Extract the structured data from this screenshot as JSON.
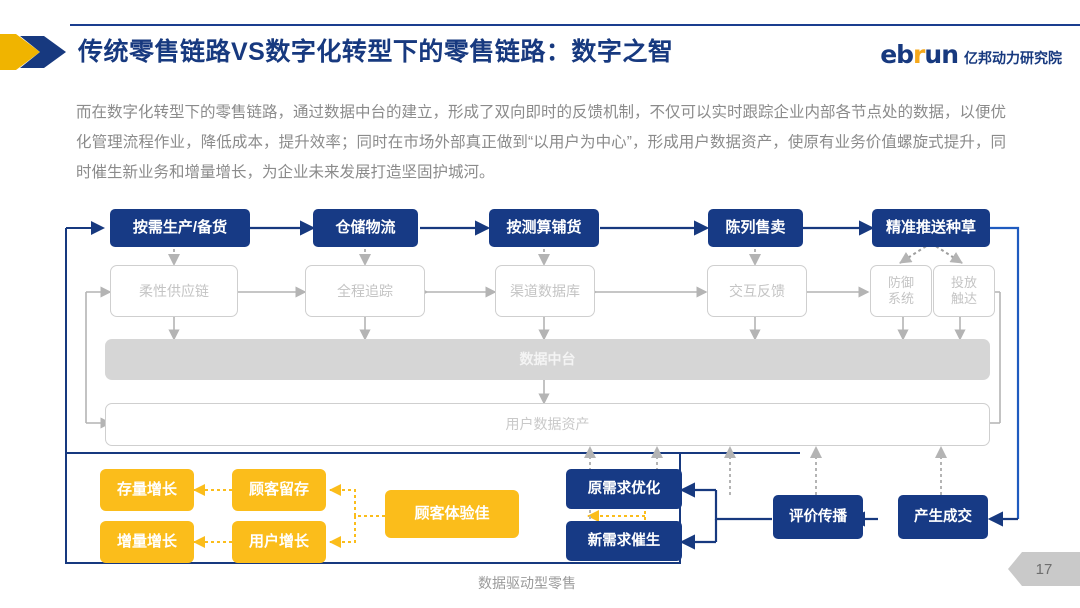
{
  "header": {
    "title": "传统零售链路VS数字化转型下的零售链路：数字之智",
    "logo_main_a": "eb",
    "logo_main_r": "r",
    "logo_main_b": "un",
    "logo_sub": "亿邦动力研究院",
    "chevron_yellow": "chevron-yellow",
    "chevron_blue": "chevron-blue"
  },
  "body": {
    "paragraph": "而在数字化转型下的零售链路，通过数据中台的建立，形成了双向即时的反馈机制，不仅可以实时跟踪企业内部各节点处的数据，以便优化管理流程作业，降低成本，提升效率；同时在市场外部真正做到“以用户为中心”，形成用户数据资产，使原有业务价值螺旋式提升，同时催生新业务和增量增长，为企业未来发展打造坚固护城河。"
  },
  "diagram": {
    "caption": "数据驱动型零售",
    "top_chain": [
      {
        "label": "按需生产/备货"
      },
      {
        "label": "仓储物流"
      },
      {
        "label": "按测算铺货"
      },
      {
        "label": "陈列售卖"
      },
      {
        "label": "精准推送种草"
      }
    ],
    "mid_chain": [
      {
        "label": "柔性供应链"
      },
      {
        "label": "全程追踪"
      },
      {
        "label": "渠道数据库"
      },
      {
        "label": "交互反馈"
      }
    ],
    "mid_small": [
      {
        "line1": "防御",
        "line2": "系统"
      },
      {
        "line1": "投放",
        "line2": "触达"
      }
    ],
    "platform": {
      "label": "数据中台"
    },
    "assets": {
      "label": "用户数据资产"
    },
    "growth": [
      {
        "label": "存量增长"
      },
      {
        "label": "增量增长"
      },
      {
        "label": "顾客留存"
      },
      {
        "label": "用户增长"
      }
    ],
    "experience": {
      "label": "顾客体验佳"
    },
    "demand": [
      {
        "label": "原需求优化"
      },
      {
        "label": "新需求催生"
      }
    ],
    "bottom_chain": [
      {
        "label": "评价传播"
      },
      {
        "label": "产生成交"
      }
    ]
  },
  "footer": {
    "page_number": "17"
  },
  "colors": {
    "brand_blue": "#173a85",
    "brand_yellow": "#fbbd1b",
    "accent_orange": "#f5a81c",
    "gray_box": "#d6d6d6",
    "gray_border": "#cfcfcf",
    "text_gray": "#8b8b8b"
  }
}
